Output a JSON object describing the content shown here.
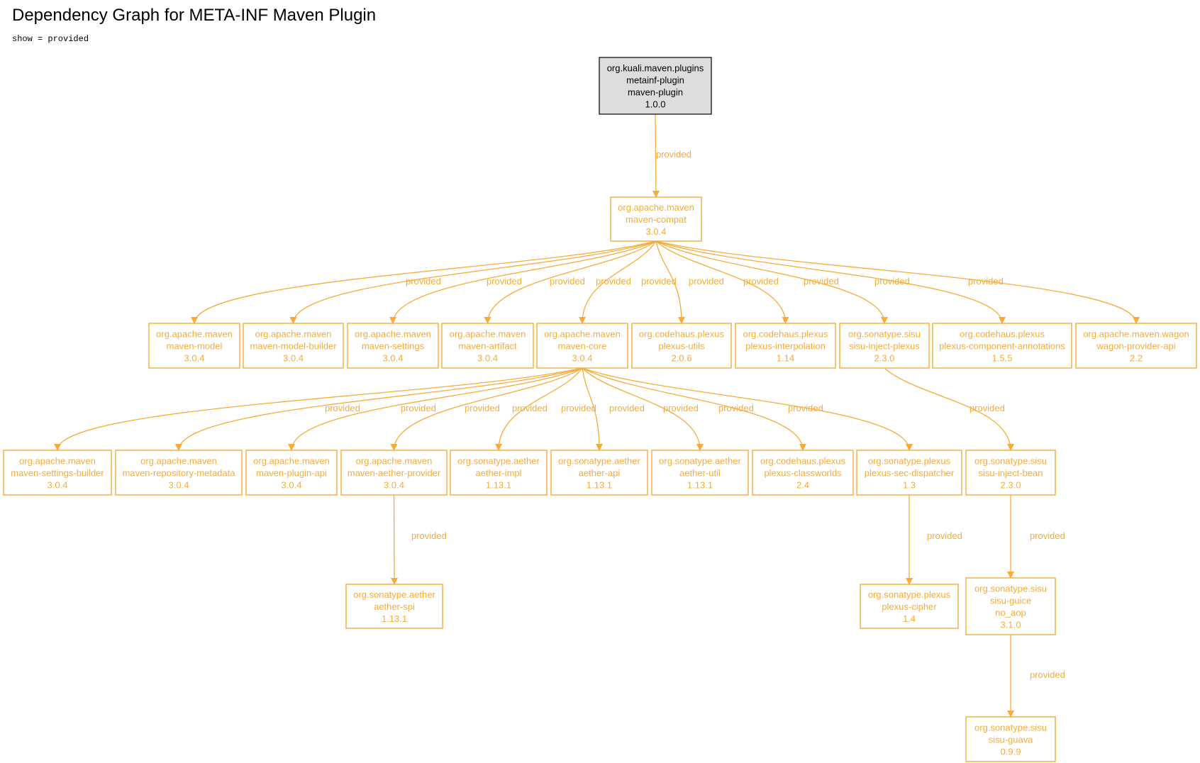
{
  "header": {
    "title": "Dependency Graph for META-INF Maven Plugin",
    "subtitle": "show = provided"
  },
  "colors": {
    "accent": "#f5ac3b",
    "root_fill": "#dddddd",
    "root_stroke": "#000000",
    "root_text": "#000000"
  },
  "graph": {
    "nodes": [
      {
        "id": "root",
        "lines": [
          "org.kuali.maven.plugins",
          "metainf-plugin",
          "maven-plugin",
          "1.0.0"
        ]
      },
      {
        "id": "maven-compat",
        "lines": [
          "org.apache.maven",
          "maven-compat",
          "3.0.4"
        ]
      },
      {
        "id": "maven-model",
        "lines": [
          "org.apache.maven",
          "maven-model",
          "3.0.4"
        ]
      },
      {
        "id": "maven-model-builder",
        "lines": [
          "org.apache.maven",
          "maven-model-builder",
          "3.0.4"
        ]
      },
      {
        "id": "maven-settings",
        "lines": [
          "org.apache.maven",
          "maven-settings",
          "3.0.4"
        ]
      },
      {
        "id": "maven-artifact",
        "lines": [
          "org.apache.maven",
          "maven-artifact",
          "3.0.4"
        ]
      },
      {
        "id": "maven-core",
        "lines": [
          "org.apache.maven",
          "maven-core",
          "3.0.4"
        ]
      },
      {
        "id": "plexus-utils",
        "lines": [
          "org.codehaus.plexus",
          "plexus-utils",
          "2.0.6"
        ]
      },
      {
        "id": "plexus-interpolation",
        "lines": [
          "org.codehaus.plexus",
          "plexus-interpolation",
          "1.14"
        ]
      },
      {
        "id": "sisu-inject-plexus",
        "lines": [
          "org.sonatype.sisu",
          "sisu-inject-plexus",
          "2.3.0"
        ]
      },
      {
        "id": "plexus-component-annotations",
        "lines": [
          "org.codehaus.plexus",
          "plexus-component-annotations",
          "1.5.5"
        ]
      },
      {
        "id": "wagon-provider-api",
        "lines": [
          "org.apache.maven.wagon",
          "wagon-provider-api",
          "2.2"
        ]
      },
      {
        "id": "maven-settings-builder",
        "lines": [
          "org.apache.maven",
          "maven-settings-builder",
          "3.0.4"
        ]
      },
      {
        "id": "maven-repository-metadata",
        "lines": [
          "org.apache.maven",
          "maven-repository-metadata",
          "3.0.4"
        ]
      },
      {
        "id": "maven-plugin-api",
        "lines": [
          "org.apache.maven",
          "maven-plugin-api",
          "3.0.4"
        ]
      },
      {
        "id": "maven-aether-provider",
        "lines": [
          "org.apache.maven",
          "maven-aether-provider",
          "3.0.4"
        ]
      },
      {
        "id": "aether-impl",
        "lines": [
          "org.sonatype.aether",
          "aether-impl",
          "1.13.1"
        ]
      },
      {
        "id": "aether-api",
        "lines": [
          "org.sonatype.aether",
          "aether-api",
          "1.13.1"
        ]
      },
      {
        "id": "aether-util",
        "lines": [
          "org.sonatype.aether",
          "aether-util",
          "1.13.1"
        ]
      },
      {
        "id": "plexus-classworlds",
        "lines": [
          "org.codehaus.plexus",
          "plexus-classworlds",
          "2.4"
        ]
      },
      {
        "id": "plexus-sec-dispatcher",
        "lines": [
          "org.sonatype.plexus",
          "plexus-sec-dispatcher",
          "1.3"
        ]
      },
      {
        "id": "sisu-inject-bean",
        "lines": [
          "org.sonatype.sisu",
          "sisu-inject-bean",
          "2.3.0"
        ]
      },
      {
        "id": "aether-spi",
        "lines": [
          "org.sonatype.aether",
          "aether-spi",
          "1.13.1"
        ]
      },
      {
        "id": "plexus-cipher",
        "lines": [
          "org.sonatype.plexus",
          "plexus-cipher",
          "1.4"
        ]
      },
      {
        "id": "sisu-guice",
        "lines": [
          "org.sonatype.sisu",
          "sisu-guice",
          "no_aop",
          "3.1.0"
        ]
      },
      {
        "id": "sisu-guava",
        "lines": [
          "org.sonatype.sisu",
          "sisu-guava",
          "0.9.9"
        ]
      }
    ],
    "edges": [
      {
        "from": "root",
        "to": "maven-compat",
        "label": "provided"
      },
      {
        "from": "maven-compat",
        "to": "maven-model",
        "label": "provided"
      },
      {
        "from": "maven-compat",
        "to": "maven-model-builder",
        "label": "provided"
      },
      {
        "from": "maven-compat",
        "to": "maven-settings",
        "label": "provided"
      },
      {
        "from": "maven-compat",
        "to": "maven-artifact",
        "label": "provided"
      },
      {
        "from": "maven-compat",
        "to": "maven-core",
        "label": "provided"
      },
      {
        "from": "maven-compat",
        "to": "plexus-utils",
        "label": "provided"
      },
      {
        "from": "maven-compat",
        "to": "plexus-interpolation",
        "label": "provided"
      },
      {
        "from": "maven-compat",
        "to": "sisu-inject-plexus",
        "label": "provided"
      },
      {
        "from": "maven-compat",
        "to": "plexus-component-annotations",
        "label": "provided"
      },
      {
        "from": "maven-compat",
        "to": "wagon-provider-api",
        "label": "provided"
      },
      {
        "from": "maven-core",
        "to": "maven-settings-builder",
        "label": "provided"
      },
      {
        "from": "maven-core",
        "to": "maven-repository-metadata",
        "label": "provided"
      },
      {
        "from": "maven-core",
        "to": "maven-plugin-api",
        "label": "provided"
      },
      {
        "from": "maven-core",
        "to": "maven-aether-provider",
        "label": "provided"
      },
      {
        "from": "maven-core",
        "to": "aether-impl",
        "label": "provided"
      },
      {
        "from": "maven-core",
        "to": "aether-api",
        "label": "provided"
      },
      {
        "from": "maven-core",
        "to": "aether-util",
        "label": "provided"
      },
      {
        "from": "maven-core",
        "to": "plexus-classworlds",
        "label": "provided"
      },
      {
        "from": "maven-core",
        "to": "plexus-sec-dispatcher",
        "label": "provided"
      },
      {
        "from": "sisu-inject-plexus",
        "to": "sisu-inject-bean",
        "label": "provided"
      },
      {
        "from": "maven-aether-provider",
        "to": "aether-spi",
        "label": "provided"
      },
      {
        "from": "plexus-sec-dispatcher",
        "to": "plexus-cipher",
        "label": "provided"
      },
      {
        "from": "sisu-inject-bean",
        "to": "sisu-guice",
        "label": "provided"
      },
      {
        "from": "sisu-guice",
        "to": "sisu-guava",
        "label": "provided"
      }
    ]
  }
}
